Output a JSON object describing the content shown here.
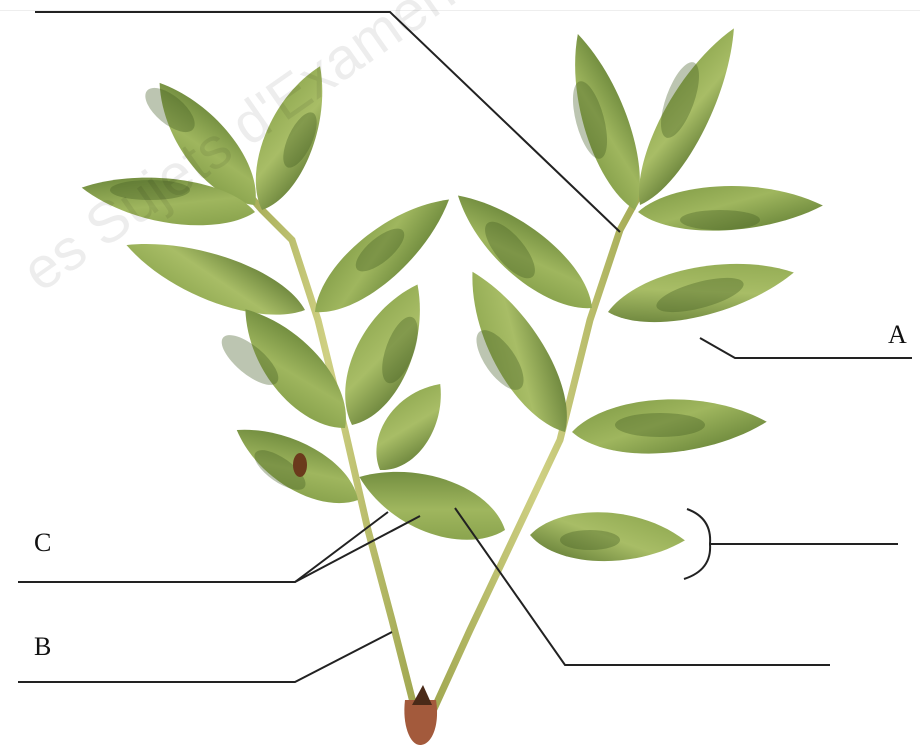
{
  "labels": {
    "a": "A",
    "b": "B",
    "c": "C"
  },
  "watermark": "es Sujets d'Examens de l'ens",
  "colors": {
    "leaf_light": "#9cb35a",
    "leaf_dark": "#4e6b2a",
    "stem": "#b9bb6a",
    "bud": "#5a3320",
    "label_line": "#222222"
  }
}
